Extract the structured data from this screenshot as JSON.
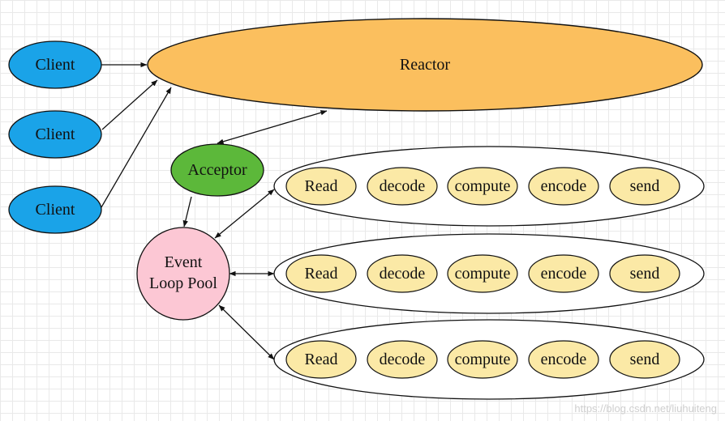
{
  "colors": {
    "client": "#1aa3e8",
    "reactor": "#fbbf5e",
    "acceptor": "#5cb83a",
    "event_loop_pool": "#fcc7d4",
    "stage": "#fbe9a6",
    "edge": "#111111"
  },
  "nodes": {
    "clients": [
      "Client",
      "Client",
      "Client"
    ],
    "reactor": "Reactor",
    "acceptor": "Acceptor",
    "event_loop_pool": [
      "Event",
      "Loop Pool"
    ]
  },
  "pipelines": [
    {
      "stages": [
        "Read",
        "decode",
        "compute",
        "encode",
        "send"
      ]
    },
    {
      "stages": [
        "Read",
        "decode",
        "compute",
        "encode",
        "send"
      ]
    },
    {
      "stages": [
        "Read",
        "decode",
        "compute",
        "encode",
        "send"
      ]
    }
  ],
  "watermark": "https://blog.csdn.net/liuhuiteng"
}
